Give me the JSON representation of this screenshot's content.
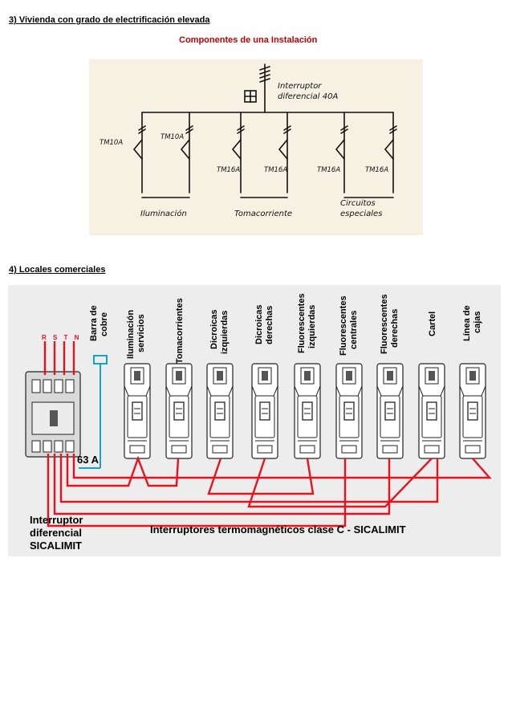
{
  "section3": {
    "heading": "3) Vivienda con grado de electrificación elevada",
    "subtitle": "Componentes de una Instalación",
    "diagram": {
      "main_switch_line1": "Interruptor",
      "main_switch_line2": "diferencial 40A",
      "breakers": [
        "TM10A",
        "TM10A",
        "TM16A",
        "TM16A",
        "TM16A",
        "TM16A"
      ],
      "groups": [
        "Iluminación",
        "Tomacorriente",
        "Circuitos",
        "especiales"
      ]
    }
  },
  "section4": {
    "heading": "4) Locales comerciales",
    "diagram": {
      "phase_labels": "R S T N",
      "busbar_line1": "Barra de",
      "busbar_line2": "cobre",
      "rating": "63 A",
      "breaker_labels": [
        {
          "l1": "Iluminación",
          "l2": "servicios"
        },
        {
          "l1": "Tomacorrientes",
          "l2": ""
        },
        {
          "l1": "Dicroicas",
          "l2": "izquierdas"
        },
        {
          "l1": "Dicroicas",
          "l2": "derechas"
        },
        {
          "l1": "Fluorescentes",
          "l2": "izquierdas"
        },
        {
          "l1": "Fluorescentes",
          "l2": "centrales"
        },
        {
          "l1": "Fluorescentes",
          "l2": "derechas"
        },
        {
          "l1": "Cartel",
          "l2": ""
        },
        {
          "l1": "Línea de",
          "l2": "cajas"
        }
      ],
      "differential_line1": "Interruptor",
      "differential_line2": "diferencial",
      "differential_line3": "SICALIMIT",
      "caption": "Interruptores termomagnéticos clase C - SICALIMIT"
    },
    "colors": {
      "wire": "#e8121e",
      "busbar": "#19a0c8"
    }
  }
}
